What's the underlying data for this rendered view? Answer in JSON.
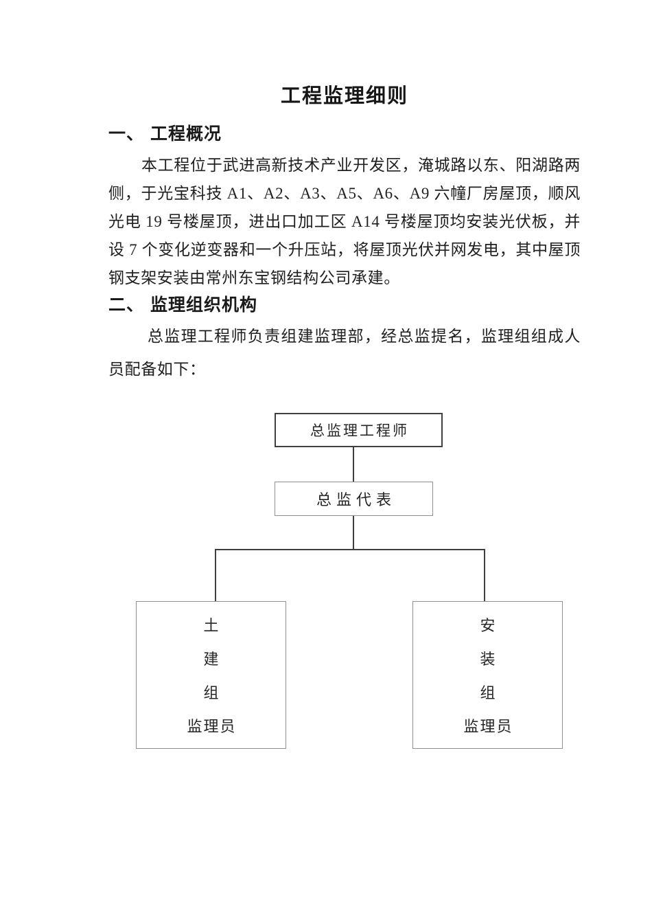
{
  "doc": {
    "title": "工程监理细则",
    "sections": [
      {
        "number": "一、",
        "title": "工程概况",
        "paragraph": "本工程位于武进高新技术产业开发区，淹城路以东、阳湖路两侧，于光宝科技 A1、A2、A3、A5、A6、A9 六幢厂房屋顶，顺风光电 19 号楼屋顶，进出口加工区 A14 号楼屋顶均安装光伏板，并设 7 个变化逆变器和一个升压站，将屋顶光伏并网发电，其中屋顶钢支架安装由常州东宝钢结构公司承建。"
      },
      {
        "number": "二、",
        "title": "监理组织机构",
        "paragraph": "总监理工程师负责组建监理部，经总监提名，监理组组成人员配备如下："
      }
    ],
    "org_chart": {
      "root_label": "总监理工程师",
      "deputy_label": "总监代表",
      "left_group": {
        "lines": [
          "土",
          "建",
          "组",
          "监理员"
        ]
      },
      "right_group": {
        "lines": [
          "安",
          "装",
          "组",
          "监理员"
        ]
      }
    },
    "colors": {
      "text": "#1c1c1c",
      "box_border_dark": "#3f3f3f",
      "box_border_light": "#8f8f8f",
      "page_background": "#ffffff"
    }
  }
}
